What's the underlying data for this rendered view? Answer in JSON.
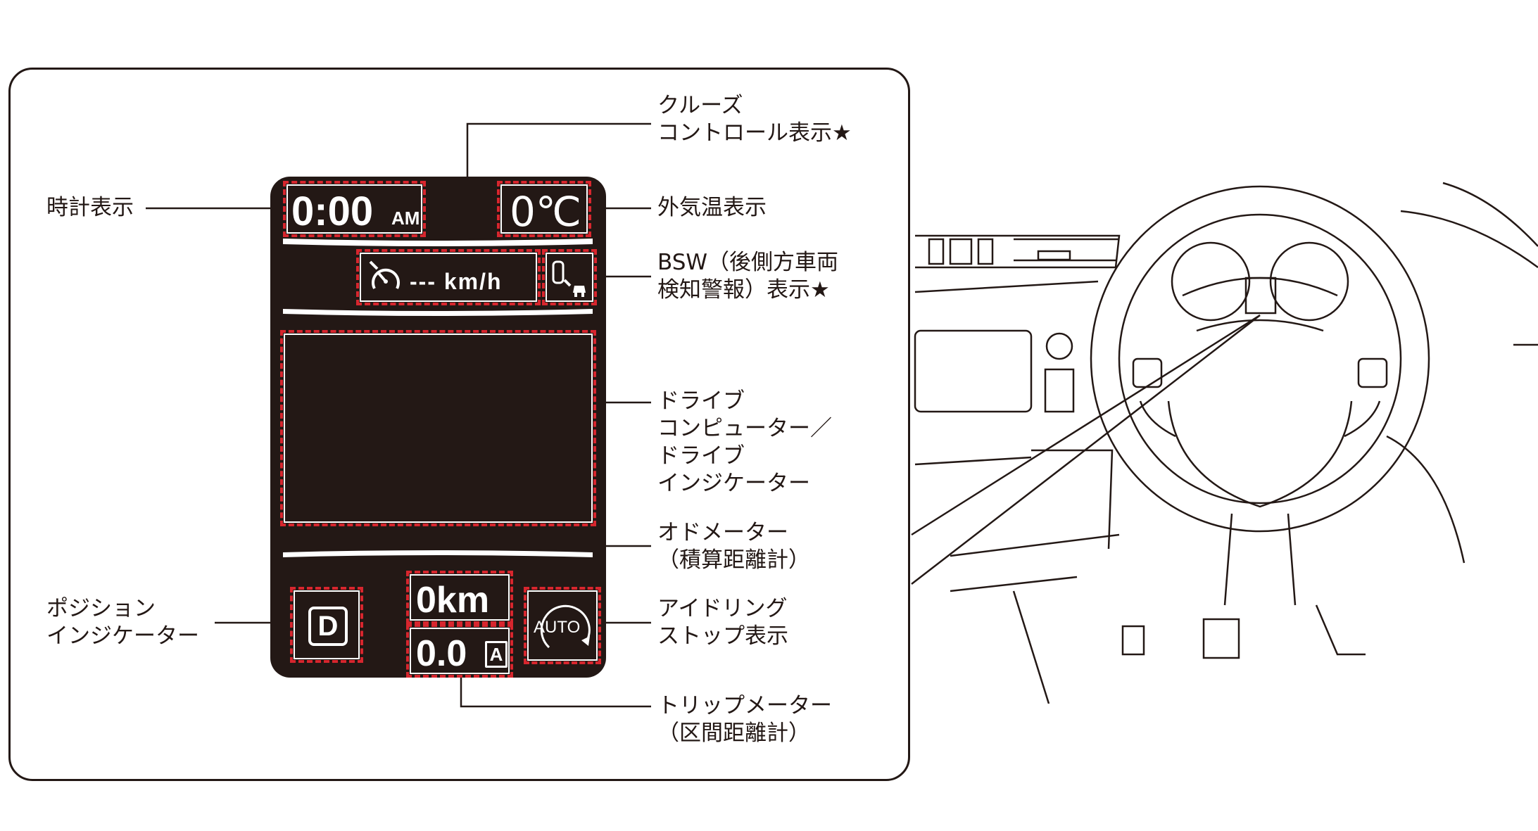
{
  "display": {
    "clock_value": "0:00",
    "clock_suffix": "AM",
    "outside_temp": "0℃",
    "cruise_readout": "--- km/h",
    "odometer": "0km",
    "tripmeter": "0.0",
    "trip_letter": "A",
    "position": "D",
    "idle_stop": "AUTO"
  },
  "labels": {
    "clock": "時計表示",
    "cruise": "クルーズ\nコントロール表示★",
    "outside_temp": "外気温表示",
    "bsw": "BSW（後側方車両\n検知警報）表示★",
    "drive_computer": "ドライブ\nコンピューター／\nドライブ\nインジケーター",
    "odometer": "オドメーター\n（積算距離計）",
    "position": "ポジション\nインジケーター",
    "idle_stop": "アイドリング\nストップ表示",
    "tripmeter": "トリップメーター\n（区間距離計）"
  },
  "colors": {
    "screen": "#231815",
    "highlight": "#d7262e",
    "line": "#231815"
  }
}
